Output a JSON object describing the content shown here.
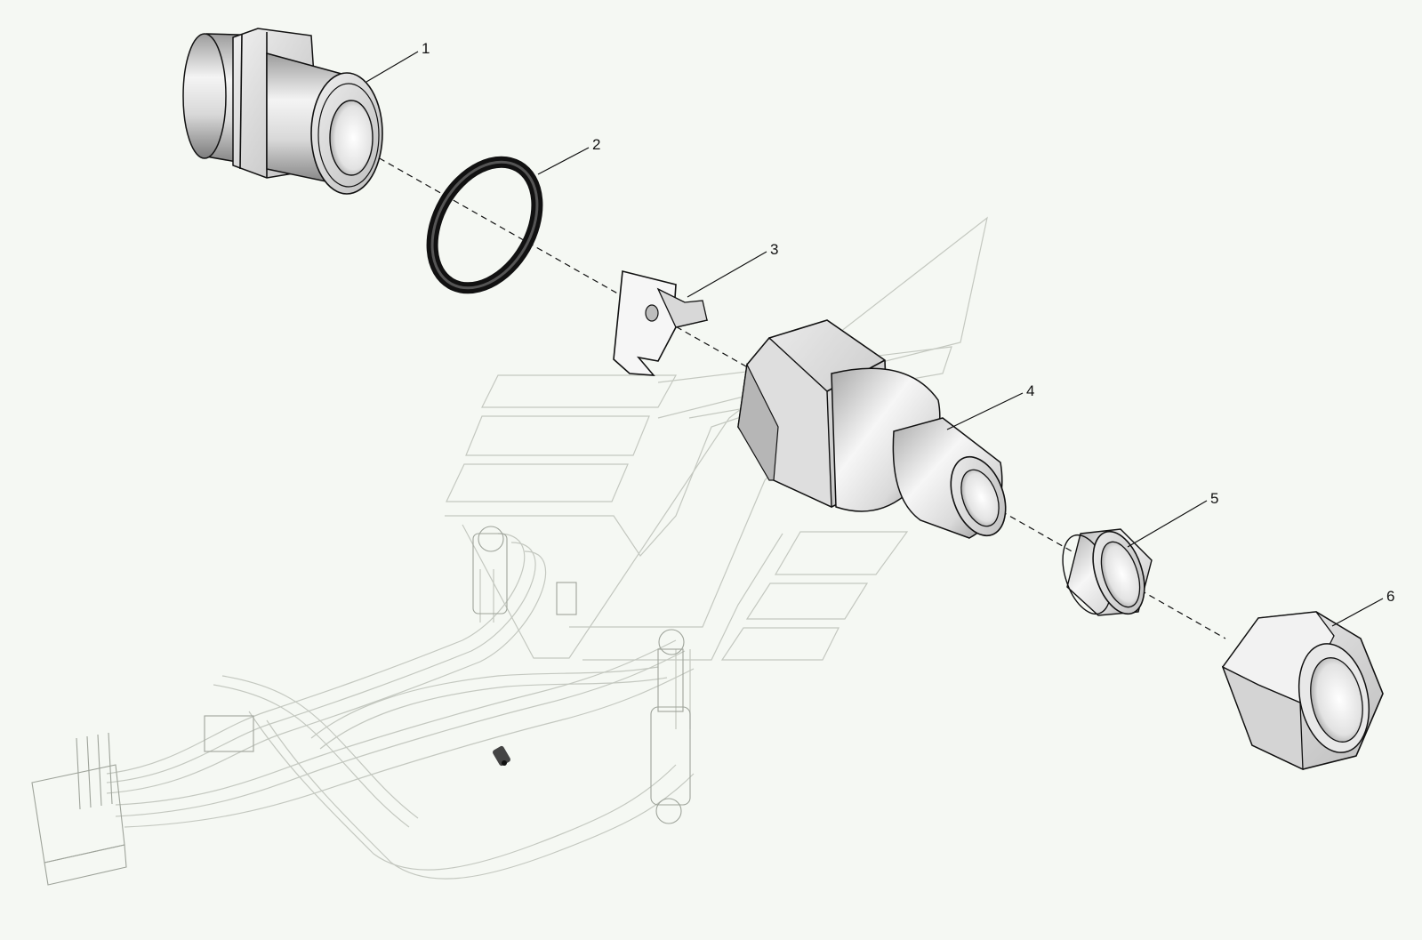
{
  "parts": [
    {
      "id": "1",
      "label": "1",
      "icon": "threaded-union-fitting-icon"
    },
    {
      "id": "2",
      "label": "2",
      "icon": "o-ring-icon"
    },
    {
      "id": "3",
      "label": "3",
      "icon": "lock-washer-clip-icon"
    },
    {
      "id": "4",
      "label": "4",
      "icon": "hex-adapter-fitting-icon"
    },
    {
      "id": "5",
      "label": "5",
      "icon": "cutting-ring-sleeve-icon"
    },
    {
      "id": "6",
      "label": "6",
      "icon": "hex-nut-icon"
    }
  ],
  "colors": {
    "background": "#f5f8f3",
    "outline": "#111111",
    "metal_light": "#f2f2f2",
    "metal_mid": "#c9c9c9",
    "metal_dark": "#8c8c8c",
    "ghost_line": "#c4c8c0"
  }
}
